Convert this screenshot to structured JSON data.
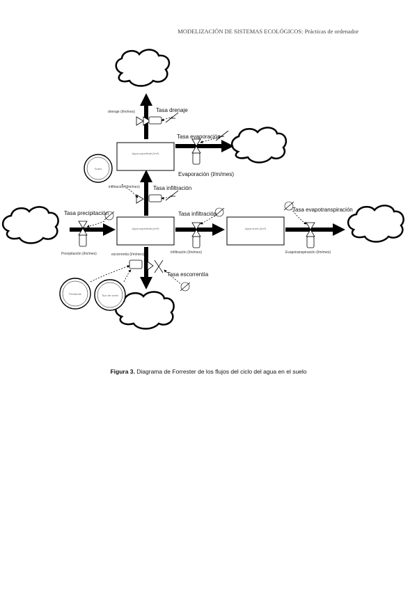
{
  "header": {
    "title_caps": "MODELIZACIÓN DE SISTEMAS ECOLÓGICOS:",
    "title_rest": " Prácticas de ordenador"
  },
  "diagram": {
    "rates": {
      "drenaje": "Tasa drenaje",
      "evaporacion": "Tasa evaporación",
      "infiltracion_up": "Tasa infiltración",
      "precipitacion": "Tasa precipitación",
      "infiltracion": "Tasa infiltración",
      "evapotranspiracion": "Tasa evapotranspiración",
      "escorrentia": "Tasa escorrentía"
    },
    "aux": {
      "drenaje_rate": "drenaje (l/m/mes)",
      "evaporacion": "Evaporación (l/m/mes)",
      "infiltracion_rate": "infiltración (l/m/mes)",
      "precipitacion": "Precipitación (l/m/mes)",
      "infiltracion": "Infiltración (l/m/mes)",
      "evapotranspiracion": "Evapotranspiración (l/m/mes)",
      "escorrentia": "escorrentía (l/m/mes)"
    },
    "stocks": {
      "top": "Agua superficial (l/m²)",
      "main": "Agua superficial (l/m²)",
      "right": "Agua suelo (l/m²)"
    },
    "converters": {
      "top_left": "Suelo",
      "bottom_left": "Pendiente",
      "bottom_right": "Tipo de suelo"
    }
  },
  "caption": {
    "label": "Figura 3.",
    "text": " Diagrama de Forrester de los flujos del ciclo del agua en el suelo"
  }
}
